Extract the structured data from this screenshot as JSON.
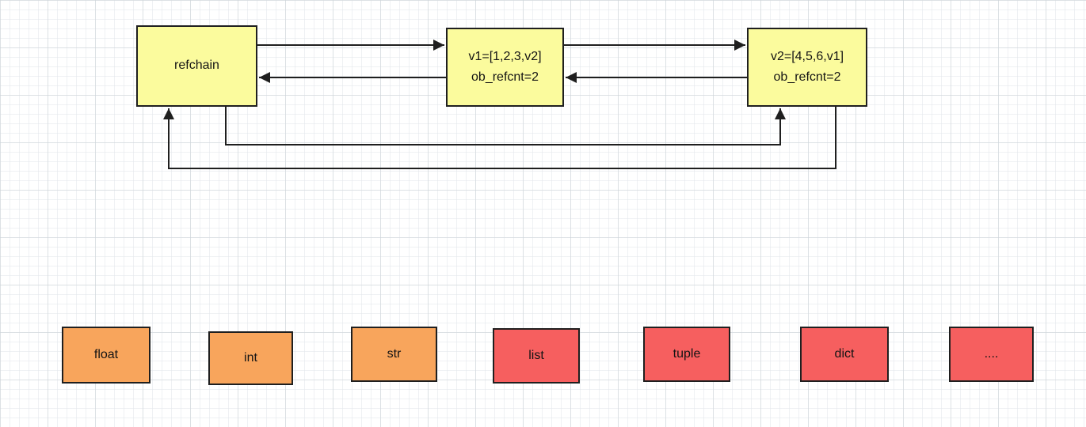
{
  "nodes": {
    "refchain": {
      "label": "refchain",
      "fill": "#fbfb9d"
    },
    "v1": {
      "line1": "v1=[1,2,3,v2]",
      "line2": "ob_refcnt=2",
      "fill": "#fbfb9d"
    },
    "v2": {
      "line1": "v2=[4,5,6,v1]",
      "line2": "ob_refcnt=2",
      "fill": "#fbfb9d"
    }
  },
  "types": [
    {
      "label": "float",
      "fill": "#f8a55c"
    },
    {
      "label": "int",
      "fill": "#f8a55c"
    },
    {
      "label": "str",
      "fill": "#f8a55c"
    },
    {
      "label": "list",
      "fill": "#f65f5f"
    },
    {
      "label": "tuple",
      "fill": "#f65f5f"
    },
    {
      "label": "dict",
      "fill": "#f65f5f"
    },
    {
      "label": "....",
      "fill": "#f65f5f"
    }
  ],
  "colors": {
    "arrow": "#1f1f1f",
    "border": "#1f1f1f",
    "node_yellow": "#fbfb9d",
    "type_orange": "#f8a55c",
    "type_red": "#f65f5f",
    "background": "#ffffff"
  }
}
